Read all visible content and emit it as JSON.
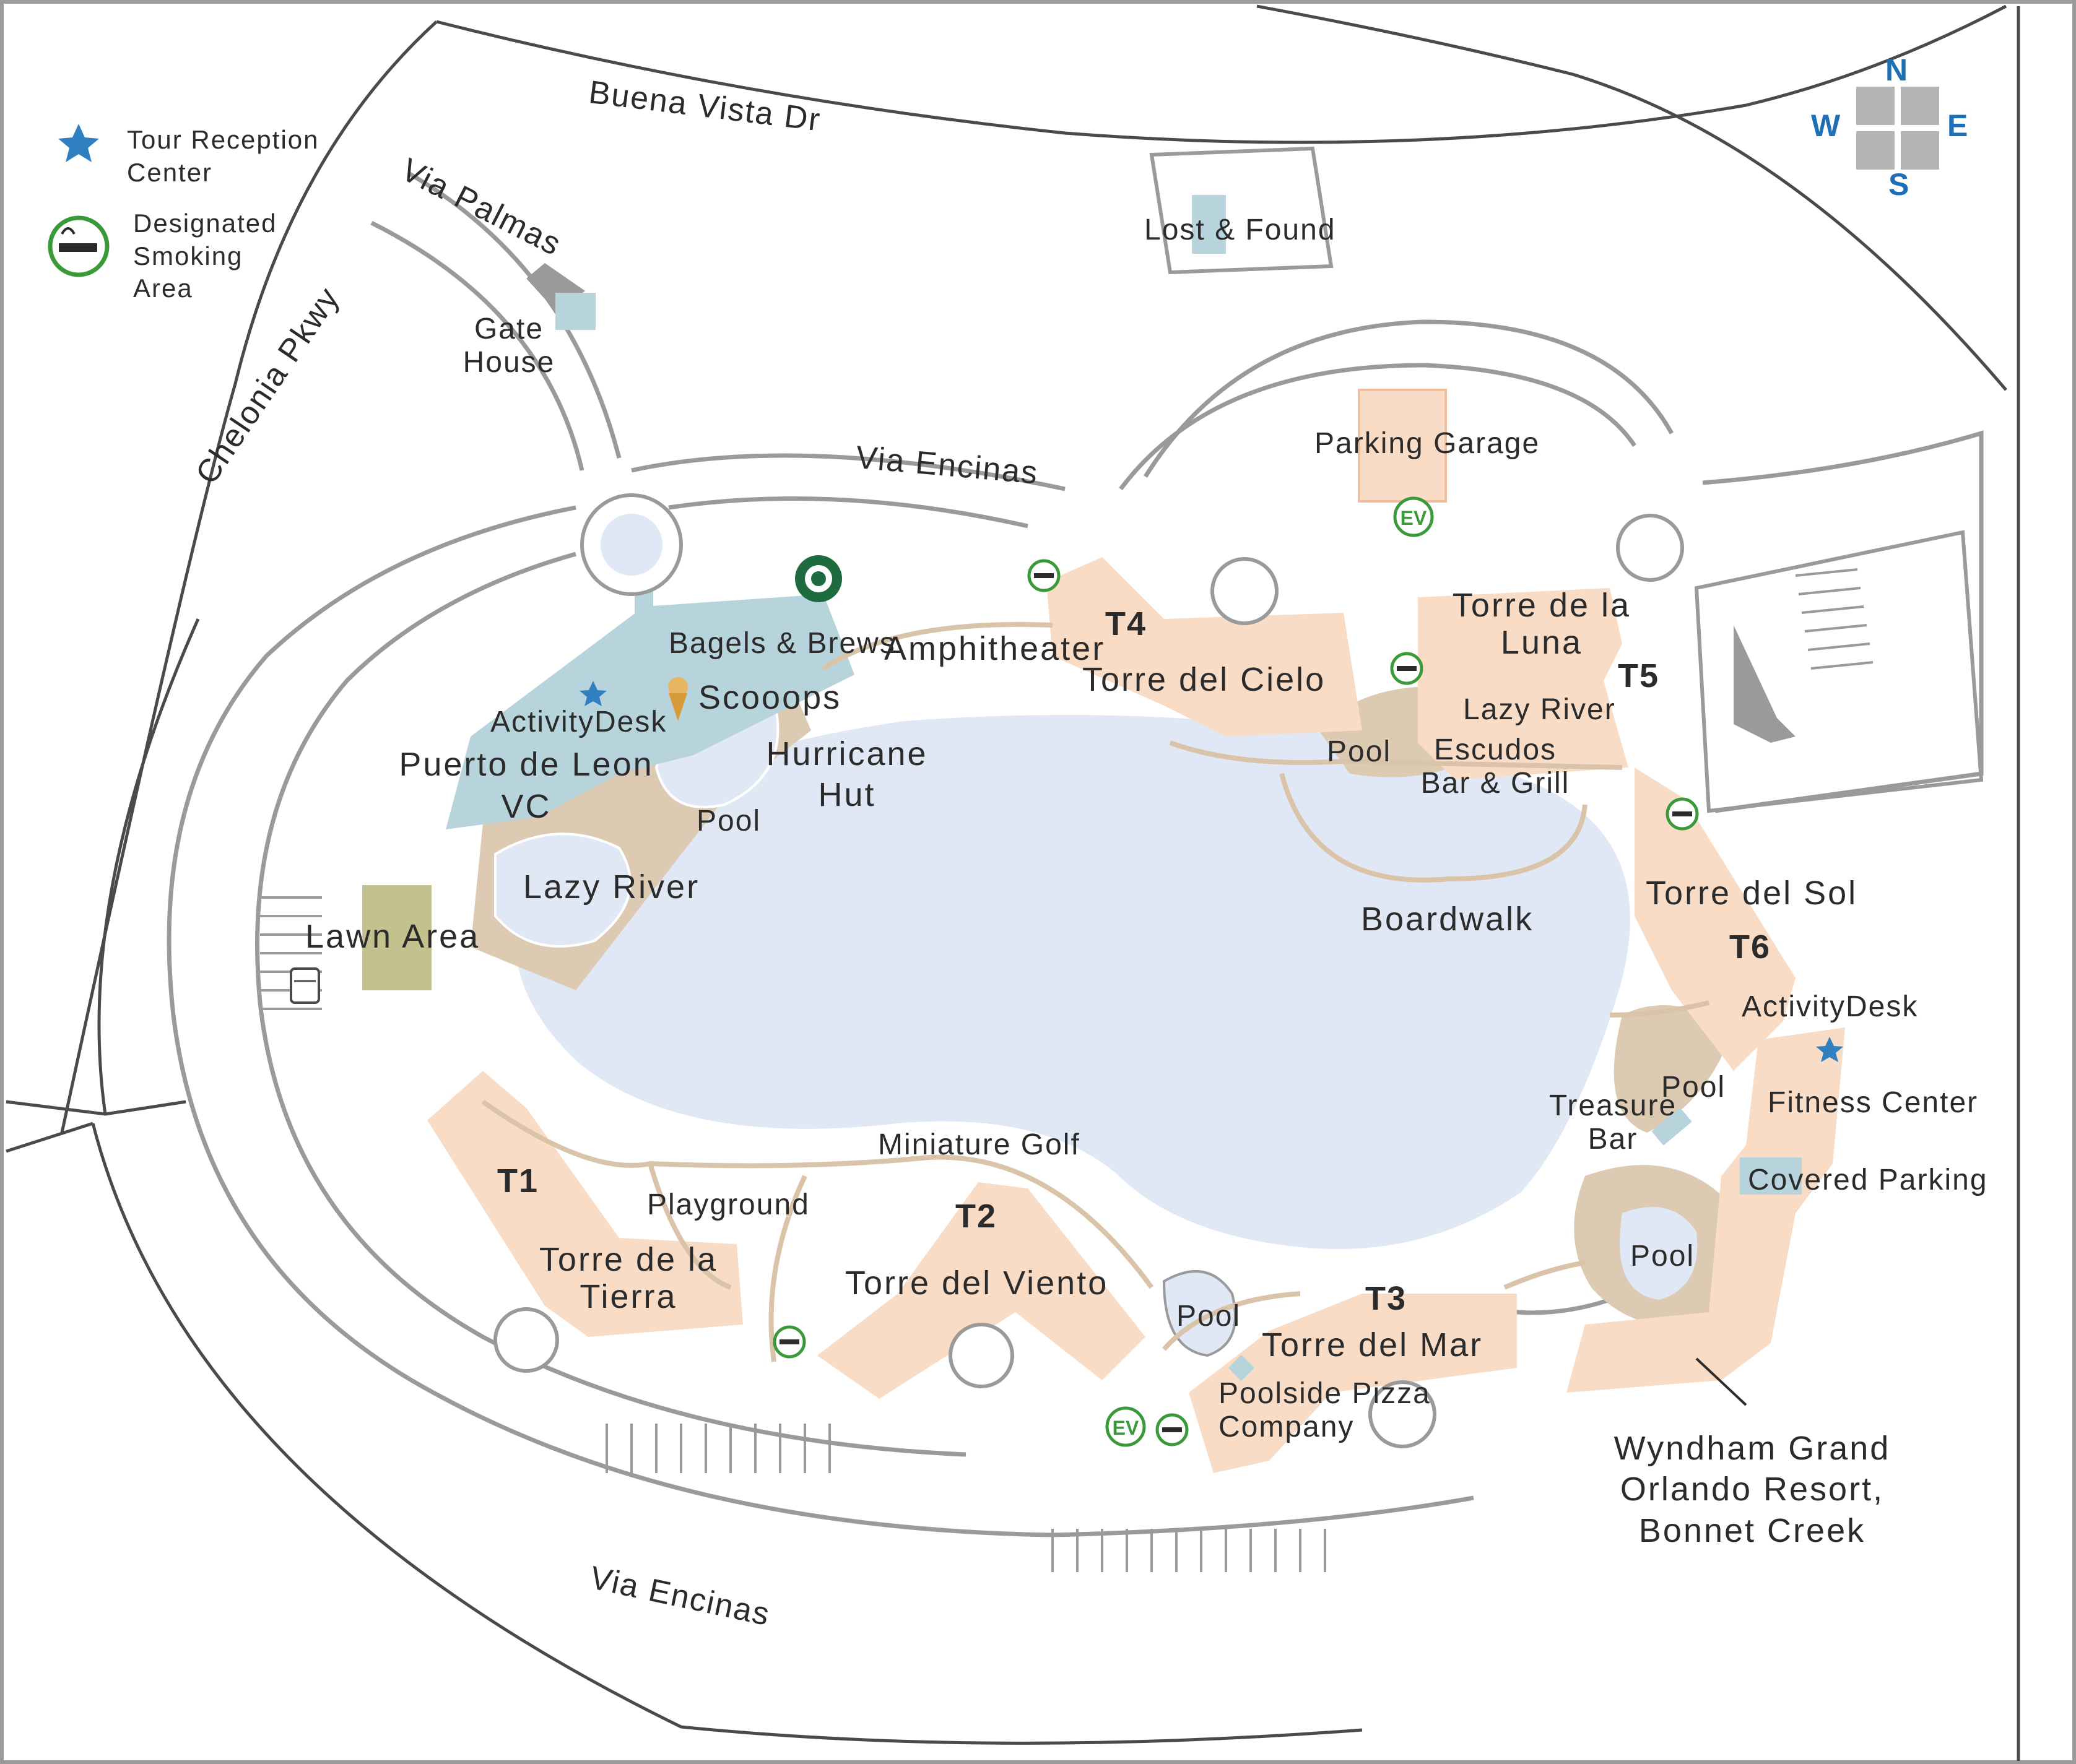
{
  "legend": {
    "items": [
      {
        "icon": "star-icon",
        "label": "Tour Reception Center",
        "lines": [
          "Tour Reception",
          "Center"
        ]
      },
      {
        "icon": "no-smoking-icon",
        "label": "Designated Smoking Area",
        "lines": [
          "Designated",
          "Smoking",
          "Area"
        ]
      }
    ]
  },
  "compass": {
    "n": "N",
    "s": "S",
    "e": "E",
    "w": "W"
  },
  "streets": {
    "buena_vista": "Buena Vista Dr",
    "via_palmas": "Via Palmas",
    "chelonia": "Chelonia Pkwy",
    "via_encinas_top": "Via Encinas",
    "via_encinas_bottom": "Via Encinas"
  },
  "places": {
    "gate_house": [
      "Gate",
      "House"
    ],
    "lost_found": "Lost & Found",
    "parking_garage": "Parking Garage",
    "ev_label": "EV",
    "bagels": "Bagels & Brews",
    "amphitheater": "Amphitheater",
    "scooops": "Scooops",
    "activity_desk_1": "ActivityDesk",
    "puerto_de_leon": [
      "Puerto de Leon",
      "VC"
    ],
    "hurricane_hut": [
      "Hurricane",
      "Hut"
    ],
    "pool_1": "Pool",
    "lazy_river_1": "Lazy River",
    "lawn_area": "Lawn Area",
    "t4_code": "T4",
    "t4_name": "Torre del Cielo",
    "t5_name": [
      "Torre de la",
      "Luna"
    ],
    "t5_code": "T5",
    "lazy_river_2": "Lazy River",
    "pool_2": "Pool",
    "escudos": [
      "Escudos",
      "Bar & Grill"
    ],
    "boardwalk": "Boardwalk",
    "t6_name": "Torre del Sol",
    "t6_code": "T6",
    "activity_desk_2": "ActivityDesk",
    "fitness_center": "Fitness Center",
    "pool_3": "Pool",
    "treasure_bar": [
      "Treasure",
      "Bar"
    ],
    "covered_parking": "Covered Parking",
    "pool_4": "Pool",
    "wyndham": [
      "Wyndham Grand",
      "Orlando Resort,",
      "Bonnet Creek"
    ],
    "t1_code": "T1",
    "t1_name": [
      "Torre de la",
      "Tierra"
    ],
    "playground": "Playground",
    "mini_golf": "Miniature Golf",
    "t2_code": "T2",
    "t2_name": "Torre del Viento",
    "pool_5": "Pool",
    "t3_code": "T3",
    "t3_name": "Torre del Mar",
    "pizza": [
      "Poolside Pizza",
      "Company"
    ]
  },
  "colors": {
    "tower": "#f9dcc6",
    "lake": "#e0e8f5",
    "pool_deck": "#dccab3",
    "visitor_center": "#b7d3db",
    "lawn": "#c3c28f",
    "road_line": "#9a9a9a",
    "star": "#2f7fc1",
    "smoke_ring": "#3a9a3a",
    "compass_text": "#1f6fb7",
    "compass_block": "#b3b3b3"
  }
}
